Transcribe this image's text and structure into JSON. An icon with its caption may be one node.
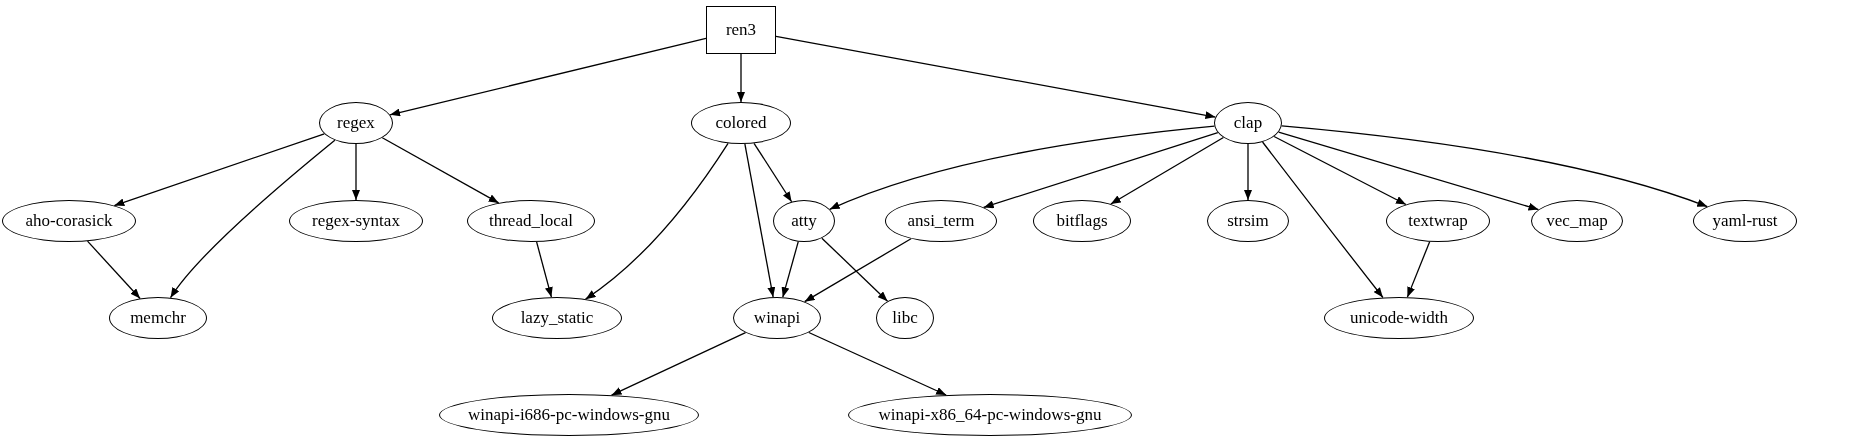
{
  "diagram": {
    "nodes": [
      {
        "text": [
          "ren3"
        ]
      },
      {
        "text": [
          "regex"
        ]
      },
      {
        "text": [
          "colored"
        ]
      },
      {
        "text": [
          "clap"
        ]
      },
      {
        "text": [
          "aho-corasick"
        ]
      },
      {
        "text": [
          "regex-syntax"
        ]
      },
      {
        "text": [
          "thread_local"
        ]
      },
      {
        "text": [
          "atty"
        ]
      },
      {
        "text": [
          "ansi_term"
        ]
      },
      {
        "text": [
          "bitflags"
        ]
      },
      {
        "text": [
          "strsim"
        ]
      },
      {
        "text": [
          "textwrap"
        ]
      },
      {
        "text": [
          "vec_map"
        ]
      },
      {
        "text": [
          "yaml-rust"
        ]
      },
      {
        "text": [
          "memchr"
        ]
      },
      {
        "text": [
          "lazy_static"
        ]
      },
      {
        "text": [
          "winapi"
        ]
      },
      {
        "text": [
          "libc"
        ]
      },
      {
        "text": [
          "unicode-width"
        ]
      },
      {
        "text": [
          "winapi-i686-pc-windows-gnu"
        ]
      },
      {
        "text": [
          "winapi-x86_64-pc-windows-gnu"
        ]
      }
    ],
    "edges": [
      {
        "from": 0,
        "to": 1,
        "arrow": "to"
      },
      {
        "from": 0,
        "to": 2,
        "arrow": "to"
      },
      {
        "from": 0,
        "to": 3,
        "arrow": "to"
      },
      {
        "from": 1,
        "to": 4,
        "arrow": "to"
      },
      {
        "from": 1,
        "to": 14,
        "arrow": "to"
      },
      {
        "from": 1,
        "to": 5,
        "arrow": "to"
      },
      {
        "from": 1,
        "to": 6,
        "arrow": "to"
      },
      {
        "from": 4,
        "to": 14,
        "arrow": "to"
      },
      {
        "from": 6,
        "to": 15,
        "arrow": "to"
      },
      {
        "from": 2,
        "to": 15,
        "arrow": "to"
      },
      {
        "from": 2,
        "to": 16,
        "arrow": "to"
      },
      {
        "from": 2,
        "to": 7,
        "arrow": "to"
      },
      {
        "from": 7,
        "to": 16,
        "arrow": "to"
      },
      {
        "from": 7,
        "to": 17,
        "arrow": "to"
      },
      {
        "from": 8,
        "to": 16,
        "arrow": "to"
      },
      {
        "from": 16,
        "to": 19,
        "arrow": "to"
      },
      {
        "from": 16,
        "to": 20,
        "arrow": "to"
      },
      {
        "from": 3,
        "to": 7,
        "arrow": "to"
      },
      {
        "from": 3,
        "to": 8,
        "arrow": "to"
      },
      {
        "from": 3,
        "to": 9,
        "arrow": "to"
      },
      {
        "from": 3,
        "to": 10,
        "arrow": "to"
      },
      {
        "from": 3,
        "to": 18,
        "arrow": "to"
      },
      {
        "from": 3,
        "to": 11,
        "arrow": "to"
      },
      {
        "from": 3,
        "to": 12,
        "arrow": "to"
      },
      {
        "from": 3,
        "to": 13,
        "arrow": "to"
      },
      {
        "from": 11,
        "to": 18,
        "arrow": "to"
      }
    ]
  }
}
